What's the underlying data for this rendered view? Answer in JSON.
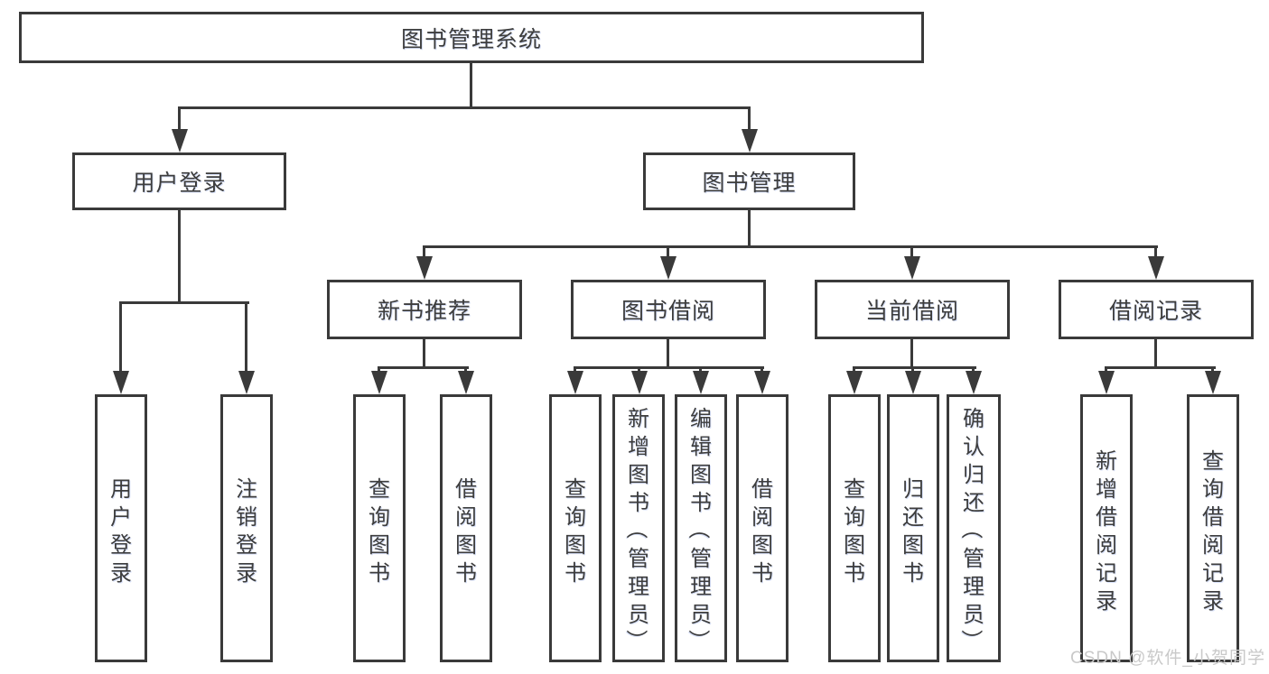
{
  "tree": {
    "root": "图书管理系统",
    "level2": {
      "user_login": "用户登录",
      "book_management": "图书管理"
    },
    "user_login_children": {
      "login": "用户登录",
      "logout": "注销登录"
    },
    "level3": {
      "new_book_recommend": "新书推荐",
      "book_borrowing": "图书借阅",
      "current_borrowing": "当前借阅",
      "borrowing_records": "借阅记录"
    },
    "new_book_children": {
      "query_books": "查询图书",
      "borrow_books": "借阅图书"
    },
    "book_borrow_children": {
      "query_books": "查询图书",
      "add_book_admin": "新增图书（管理员）",
      "edit_book_admin": "编辑图书（管理员）",
      "borrow_books": "借阅图书"
    },
    "current_borrow_children": {
      "query_books": "查询图书",
      "return_books": "归还图书",
      "confirm_return_admin": "确认归还（管理员）"
    },
    "borrow_record_children": {
      "add_borrow_record": "新增借阅记录",
      "query_borrow_record": "查询借阅记录"
    }
  },
  "colors": {
    "line": "#3a3a3a",
    "text": "#3d3d3d",
    "watermark": "#c9c9c9"
  },
  "watermark": {
    "text": "CSDN @软件_小贺同学"
  }
}
